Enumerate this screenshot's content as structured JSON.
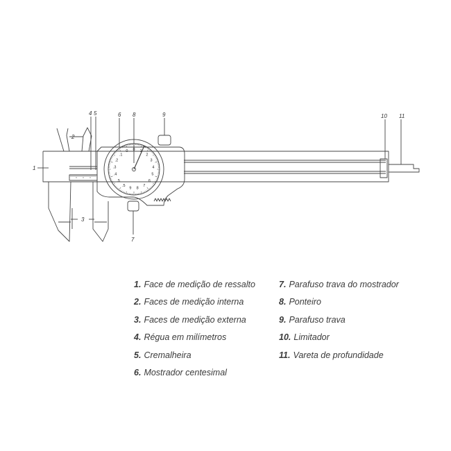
{
  "diagram": {
    "callouts": {
      "c1": "1",
      "c2": "2",
      "c3": "3",
      "c4": "4",
      "c5": "5",
      "c6": "6",
      "c7": "7",
      "c8": "8",
      "c9": "9",
      "c10": "10",
      "c11": "11"
    },
    "dial_numbers": [
      "0",
      "1",
      "2",
      "3",
      "4",
      "5",
      "6",
      "7",
      "8",
      "9",
      ".5",
      ".5",
      ".4",
      ".3",
      ".2",
      ".1",
      "0"
    ]
  },
  "legend": {
    "left": [
      {
        "num": "1.",
        "text": "Face de medição de ressalto"
      },
      {
        "num": "2.",
        "text": "Faces de medição interna"
      },
      {
        "num": "3.",
        "text": "Faces de medição externa"
      },
      {
        "num": "4.",
        "text": "Régua em milímetros"
      },
      {
        "num": "5.",
        "text": "Cremalheira"
      },
      {
        "num": "6.",
        "text": "Mostrador centesimal"
      }
    ],
    "right": [
      {
        "num": "7.",
        "text": "Parafuso trava do mostrador"
      },
      {
        "num": "8.",
        "text": "Ponteiro"
      },
      {
        "num": "9.",
        "text": "Parafuso trava"
      },
      {
        "num": "10.",
        "text": "Limitador"
      },
      {
        "num": "11.",
        "text": "Vareta de profundidade"
      }
    ]
  },
  "colors": {
    "line": "#444444",
    "text": "#3a3a3a"
  }
}
